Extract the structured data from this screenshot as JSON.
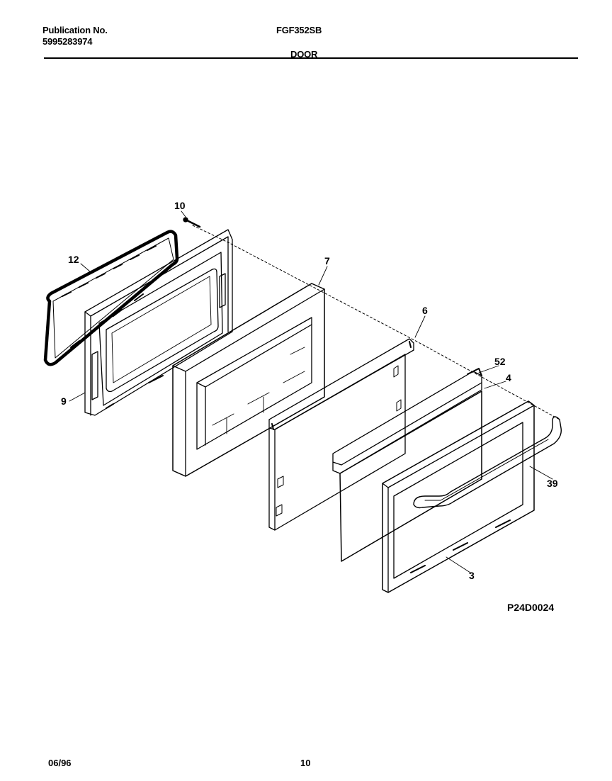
{
  "header": {
    "publication_label": "Publication No.",
    "publication_number": "5995283974",
    "model": "FGF352SB",
    "section": "DOOR"
  },
  "callouts": {
    "c10": "10",
    "c12": "12",
    "c7": "7",
    "c6": "6",
    "c52": "52",
    "c4": "4",
    "c9": "9",
    "c39": "39",
    "c3": "3"
  },
  "figure_id": "P24D0024",
  "footer": {
    "date": "06/96",
    "page": "10"
  }
}
